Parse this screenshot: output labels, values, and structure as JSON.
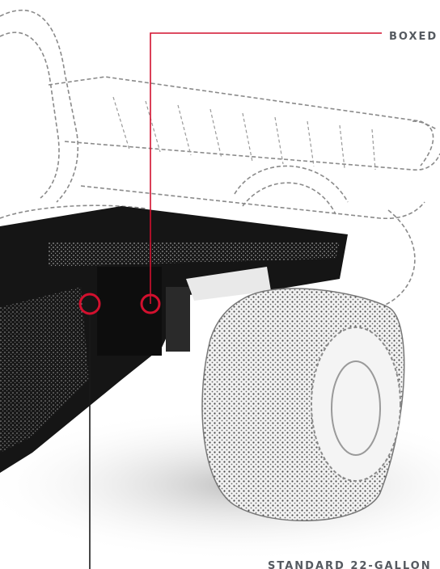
{
  "callouts": {
    "boxed": {
      "label": "BOXED"
    },
    "tank": {
      "label": "STANDARD 22-GALLON"
    }
  },
  "colors": {
    "callout_line": "#d2102e",
    "label_text": "#555a60",
    "chassis": "#151515",
    "outline": "#8a8a8a"
  },
  "illustration": {
    "subject": "truck-chassis-cutaway",
    "icon": "truck-chassis-illustration"
  }
}
